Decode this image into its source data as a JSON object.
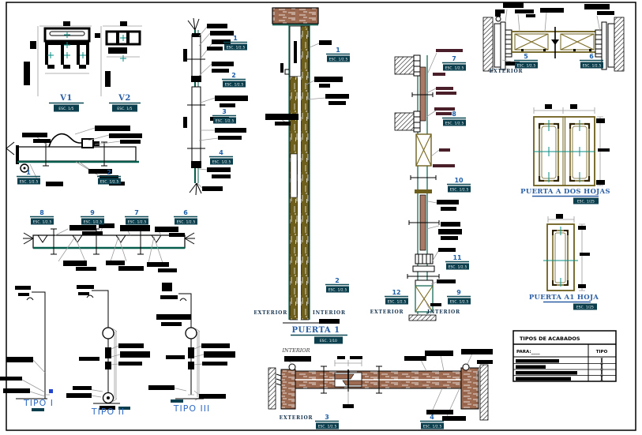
{
  "drawing": {
    "titles": {
      "v1": {
        "label": "V1",
        "scale": "ESC. 1/5"
      },
      "v2": {
        "label": "V2",
        "scale": "ESC. 1/5"
      },
      "puerta1": {
        "label": "PUERTA 1",
        "scale": "ESC. 1/10"
      },
      "puerta_dos_hojas": {
        "label": "PUERTA A DOS  HOJAS",
        "scale": "ESC. 1/25"
      },
      "puerta_una_hoja": {
        "label": "PUERTA   A1 HOJA",
        "scale": "ESC. 1/25"
      }
    },
    "tipos": {
      "t1": "TIPO I",
      "t2": "TIPO II",
      "t3": "TIPO III"
    },
    "orientation": {
      "exterior": "EXTERIOR",
      "interior": "INTERIOR"
    },
    "markers": [
      {
        "num": "1",
        "scale": "ESC. 1/2.5"
      },
      {
        "num": "2",
        "scale": "ESC. 1/2.5"
      },
      {
        "num": "1",
        "scale": "ESC. 1/2.5"
      },
      {
        "num": "2",
        "scale": "ESC. 1/2.5"
      },
      {
        "num": "3",
        "scale": "ESC. 1/2.5"
      },
      {
        "num": "4",
        "scale": "ESC. 1/2.5"
      },
      {
        "num": "8",
        "scale": "ESC. 1/2.5"
      },
      {
        "num": "9",
        "scale": "ESC. 1/2.5"
      },
      {
        "num": "7",
        "scale": "ESC. 1/2.5"
      },
      {
        "num": "6",
        "scale": "ESC. 1/2.5"
      },
      {
        "num": "1",
        "scale": "ESC. 1/2.5"
      },
      {
        "num": "2",
        "scale": "ESC. 1/2.5"
      },
      {
        "num": "7",
        "scale": "ESC. 1/2.5"
      },
      {
        "num": "8",
        "scale": "ESC. 1/2.5"
      },
      {
        "num": "10",
        "scale": "ESC. 1/2.5"
      },
      {
        "num": "11",
        "scale": "ESC. 1/2.5"
      },
      {
        "num": "12",
        "scale": "ESC. 1/2.5"
      },
      {
        "num": "9",
        "scale": "ESC. 1/2.5"
      },
      {
        "num": "5",
        "scale": "ESC. 1/2.5"
      },
      {
        "num": "6",
        "scale": "ESC. 1/2.5"
      },
      {
        "num": "3",
        "scale": "ESC. 1/2.5"
      },
      {
        "num": "4",
        "scale": "ESC. 1/2.5"
      }
    ],
    "finishes_table": {
      "title": "TIPOS DE ACABADOS",
      "columns": {
        "para": "PARA:____",
        "tipo": "TIPO"
      },
      "rows": [
        {
          "tipo": "I"
        },
        {
          "tipo": "I"
        },
        {
          "tipo": "I"
        },
        {
          "tipo": "I"
        }
      ]
    },
    "colors": {
      "label_blue": "#2b5fa5",
      "tipo_blue": "#2f6bc4",
      "frame_teal": "#075d4b",
      "dim_teal": "#0a8d84",
      "badge_teal": "#0b3f4d",
      "wood_red": "#9d6b52",
      "wood_olive": "#6e5f1d",
      "panel_brown": "#ab7a67"
    }
  }
}
